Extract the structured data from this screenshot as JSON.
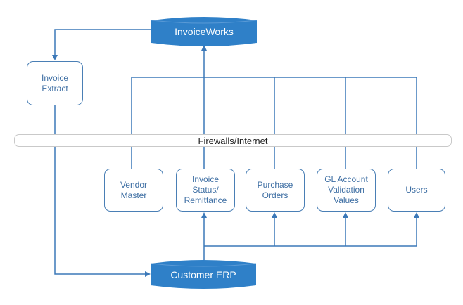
{
  "nodes": {
    "invoiceworks": "InvoiceWorks",
    "customer_erp": "Customer ERP",
    "invoice_extract": "Invoice Extract",
    "firewall": "Firewalls/Internet",
    "vendor_master": "Vendor Master",
    "invoice_status": "Invoice Status/\nRemittance",
    "purchase_orders": "Purchase\nOrders",
    "gl_account": "GL Account\nValidation\nValues",
    "users": "Users"
  },
  "colors": {
    "accent": "#2f80c8",
    "line": "#4a7fb5",
    "text": "#3d6ea3"
  }
}
